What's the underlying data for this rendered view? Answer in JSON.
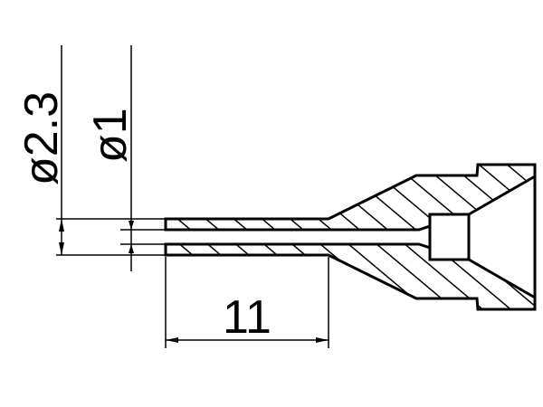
{
  "dimensions": {
    "outer_diameter": "ø2.3",
    "inner_diameter": "ø1",
    "length": "11"
  },
  "colors": {
    "line": "#000000",
    "background": "#ffffff"
  }
}
